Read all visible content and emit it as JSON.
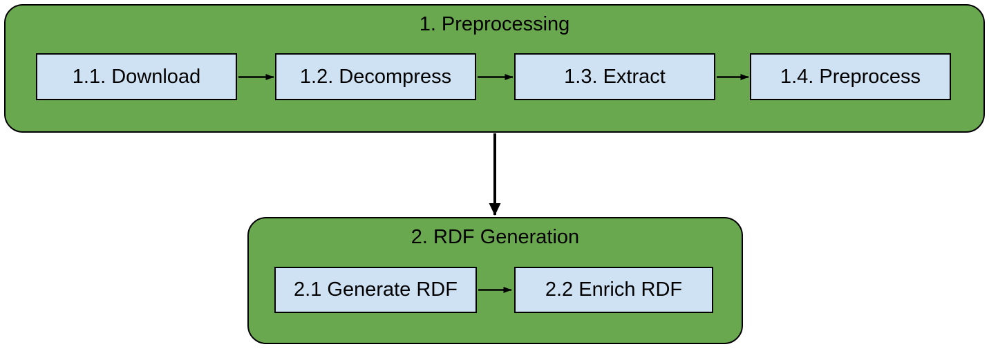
{
  "diagram": {
    "groups": [
      {
        "title": "1. Preprocessing",
        "steps": [
          {
            "label": "1.1. Download"
          },
          {
            "label": "1.2. Decompress"
          },
          {
            "label": "1.3. Extract"
          },
          {
            "label": "1.4. Preprocess"
          }
        ]
      },
      {
        "title": "2. RDF Generation",
        "steps": [
          {
            "label": "2.1 Generate RDF"
          },
          {
            "label": "2.2 Enrich RDF"
          }
        ]
      }
    ],
    "connections": [
      {
        "from": "1.1. Download",
        "to": "1.2. Decompress"
      },
      {
        "from": "1.2. Decompress",
        "to": "1.3. Extract"
      },
      {
        "from": "1.3. Extract",
        "to": "1.4. Preprocess"
      },
      {
        "from": "1. Preprocessing",
        "to": "2. RDF Generation"
      },
      {
        "from": "2.1 Generate RDF",
        "to": "2.2 Enrich RDF"
      }
    ],
    "colors": {
      "group_fill": "#6aa84f",
      "group_border": "#000000",
      "step_fill": "#cfe2f3",
      "step_border": "#000000",
      "text": "#000000",
      "arrow": "#000000",
      "background": "#ffffff"
    }
  }
}
